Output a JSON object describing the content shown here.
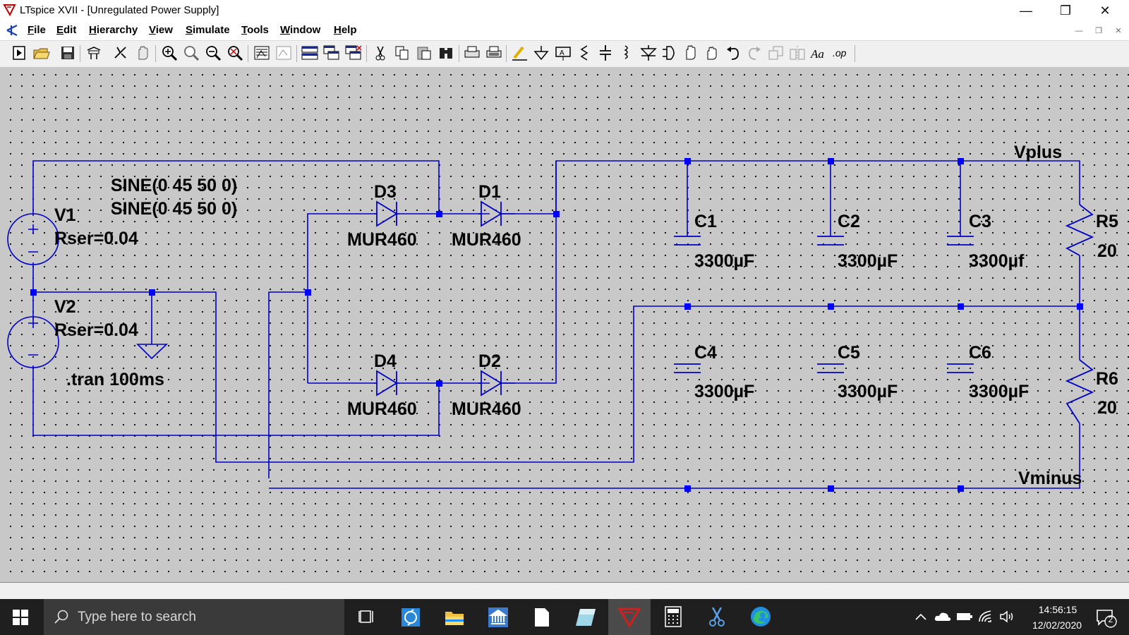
{
  "window": {
    "title": "LTspice XVII - [Unregulated Power Supply]",
    "minimize_glyph": "—",
    "maximize_glyph": "❐",
    "close_glyph": "✕"
  },
  "menu": [
    {
      "label": "File",
      "underline": "F",
      "rest": "ile"
    },
    {
      "label": "Edit",
      "underline": "E",
      "rest": "dit"
    },
    {
      "label": "Hierarchy",
      "underline": "H",
      "rest": "ierarchy"
    },
    {
      "label": "View",
      "underline": "V",
      "rest": "iew"
    },
    {
      "label": "Simulate",
      "underline": "S",
      "rest": "imulate"
    },
    {
      "label": "Tools",
      "underline": "T",
      "rest": "ools"
    },
    {
      "label": "Window",
      "underline": "W",
      "rest": "indow"
    },
    {
      "label": "Help",
      "underline": "H",
      "rest": "elp"
    }
  ],
  "toolbar_icons": [
    "new-schematic",
    "open",
    "save",
    "control-panel",
    "run",
    "pause",
    "zoom-in",
    "zoom-pan",
    "zoom-out",
    "zoom-fit",
    "autoscale",
    "waveform",
    "tile-h",
    "cascade",
    "close-all",
    "cut",
    "copy",
    "paste",
    "find",
    "print-setup",
    "print",
    "draw-wire",
    "ground",
    "label-net",
    "resistor",
    "capacitor",
    "inductor",
    "diode",
    "component",
    "move",
    "drag",
    "undo",
    "redo",
    "rotate",
    "mirror",
    "text",
    "spice-directive"
  ],
  "schematic": {
    "sources": [
      {
        "ref": "V1",
        "rser": "Rser=0.04",
        "value": "SINE(0 45 50 0)"
      },
      {
        "ref": "V2",
        "rser": "Rser=0.04",
        "value": "SINE(0 45 50 0)"
      }
    ],
    "diodes": [
      {
        "ref": "D3",
        "model": "MUR460"
      },
      {
        "ref": "D1",
        "model": "MUR460"
      },
      {
        "ref": "D4",
        "model": "MUR460"
      },
      {
        "ref": "D2",
        "model": "MUR460"
      }
    ],
    "capacitors": [
      {
        "ref": "C1",
        "value": "3300µF"
      },
      {
        "ref": "C2",
        "value": "3300µF"
      },
      {
        "ref": "C3",
        "value": "3300µf"
      },
      {
        "ref": "C4",
        "value": "3300µF"
      },
      {
        "ref": "C5",
        "value": "3300µF"
      },
      {
        "ref": "C6",
        "value": "3300µF"
      }
    ],
    "resistors": [
      {
        "ref": "R5",
        "value": "20"
      },
      {
        "ref": "R6",
        "value": "20"
      }
    ],
    "net_labels": {
      "plus": "Vplus",
      "minus": "Vminus"
    },
    "directive": ".tran 100ms",
    "wire_color": "#0000c8",
    "junction_color": "#0000ff"
  },
  "taskbar": {
    "search_placeholder": "Type here to search",
    "apps": [
      "task-view",
      "store-sync",
      "file-explorer",
      "bank",
      "notepad",
      "paint",
      "ltspice",
      "calculator",
      "snipping-tool",
      "edge"
    ],
    "time": "14:56:15",
    "date": "12/02/2020",
    "notification_count": "2"
  }
}
